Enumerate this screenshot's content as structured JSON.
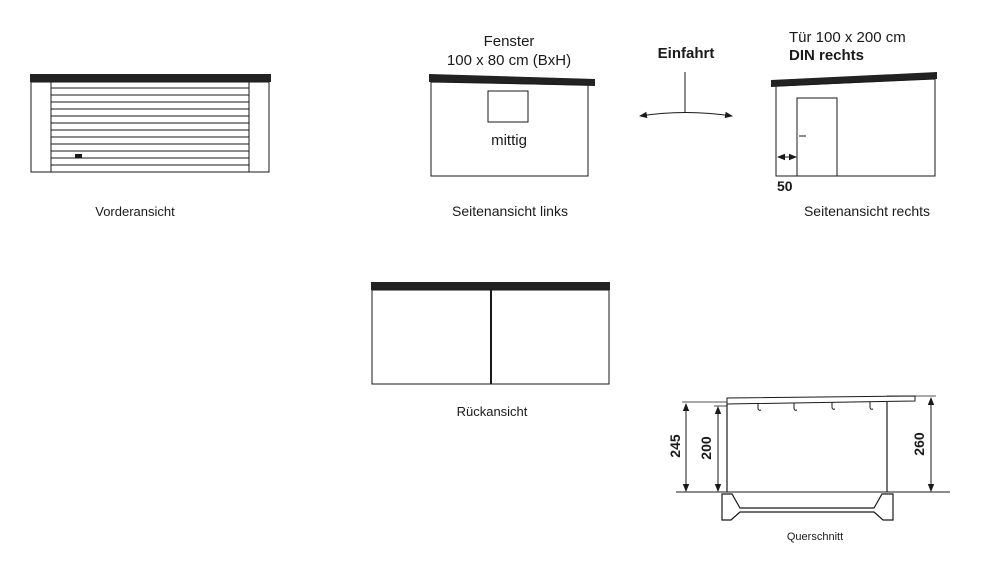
{
  "views": {
    "front": {
      "caption": "Vorderansicht"
    },
    "left": {
      "caption": "Seitenansicht links",
      "window_title": "Fenster",
      "window_size": "100 x 80 cm (BxH)",
      "window_position": "mittig"
    },
    "right": {
      "caption": "Seitenansicht rechts",
      "door_size": "Tür 100 x 200 cm",
      "door_hinge": "DIN rechts",
      "door_offset": "50"
    },
    "entry": {
      "label": "Einfahrt"
    },
    "back": {
      "caption": "Rückansicht"
    },
    "section": {
      "caption": "Querschnitt",
      "dim_245": "245",
      "dim_200": "200",
      "dim_260": "260"
    }
  },
  "colors": {
    "line": "#1a1a1a",
    "roof": "#222222",
    "background": "#ffffff"
  }
}
